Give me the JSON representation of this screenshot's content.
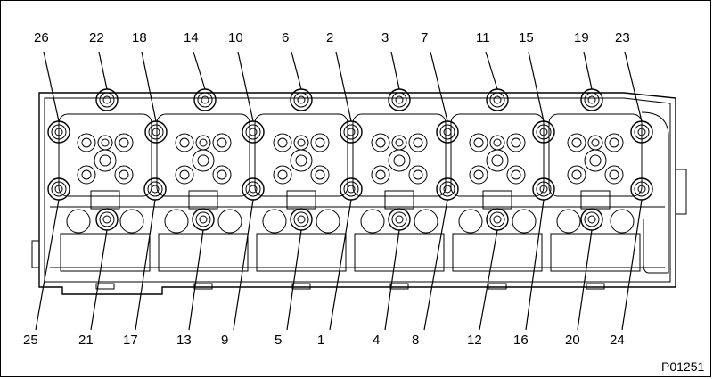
{
  "figure_ref": "P01251",
  "top_labels": [
    "26",
    "22",
    "18",
    "14",
    "10",
    "6",
    "2",
    "3",
    "7",
    "11",
    "15",
    "19",
    "23"
  ],
  "bottom_labels": [
    "25",
    "21",
    "17",
    "13",
    "9",
    "5",
    "1",
    "4",
    "8",
    "12",
    "16",
    "20",
    "24"
  ]
}
